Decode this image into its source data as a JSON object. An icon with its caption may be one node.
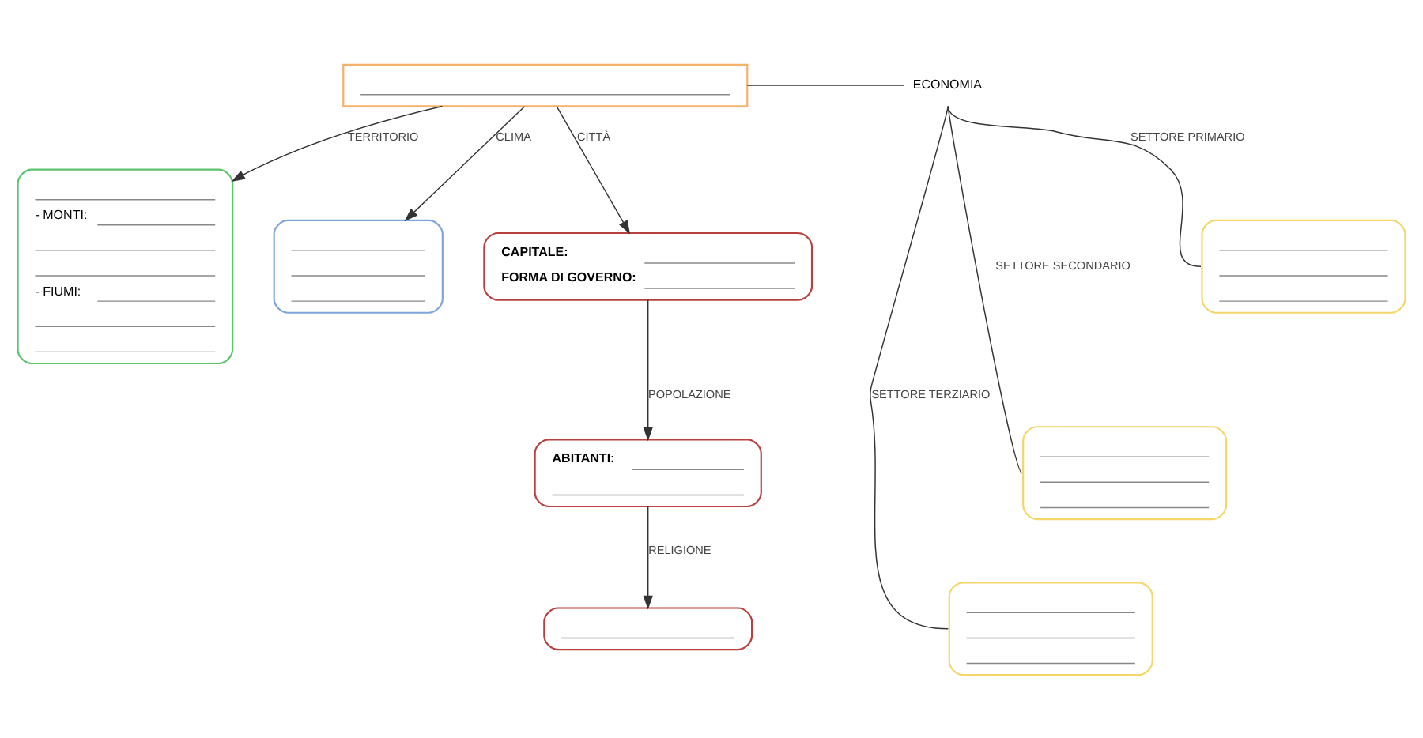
{
  "diagram": {
    "nodes": [
      {
        "text": [],
        "shape": "box"
      },
      {
        "text": [
          "ECONOMIA"
        ]
      },
      {
        "text": [
          "- MONTI:",
          "- FIUMI:"
        ]
      },
      {
        "text": [],
        "shape": "box"
      },
      {
        "text": [
          "CAPITALE:",
          "FORMA DI GOVERNO:"
        ]
      },
      {
        "text": [
          "ABITANTI:"
        ]
      },
      {
        "text": [],
        "shape": "box"
      },
      {
        "text": [],
        "shape": "box"
      },
      {
        "text": [],
        "shape": "box"
      },
      {
        "text": [],
        "shape": "box"
      }
    ],
    "edges": [
      {
        "from": 0,
        "to": 2,
        "arrow": "to",
        "label": "TERRITORIO"
      },
      {
        "from": 0,
        "to": 3,
        "arrow": "to",
        "label": "CLIMA"
      },
      {
        "from": 0,
        "to": 4,
        "arrow": "to",
        "label": "CITTÀ"
      },
      {
        "from": 4,
        "to": 5,
        "arrow": "to",
        "label": "POPOLAZIONE"
      },
      {
        "from": 5,
        "to": 6,
        "arrow": "to",
        "label": "RELIGIONE"
      },
      {
        "from": 0,
        "to": 1,
        "arrow": "none"
      },
      {
        "from": 1,
        "to": 7,
        "arrow": "none",
        "label": "SETTORE PRIMARIO"
      },
      {
        "from": 1,
        "to": 8,
        "arrow": "none",
        "label": "SETTORE SECONDARIO"
      },
      {
        "from": 1,
        "to": 9,
        "arrow": "none",
        "label": "SETTORE TERZIARIO"
      }
    ]
  }
}
